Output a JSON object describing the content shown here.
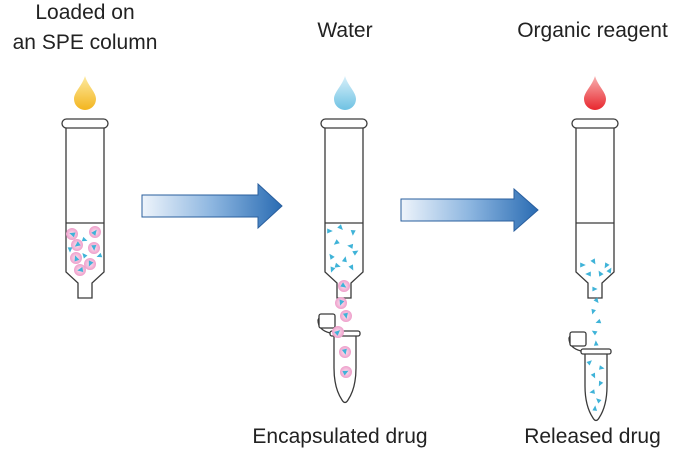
{
  "labels": {
    "step1_line1": "Loaded on",
    "step1_line2": "an SPE column",
    "step2_title": "Water",
    "step3_title": "Organic reagent",
    "step2_bottom": "Encapsulated drug",
    "step3_bottom": "Released drug"
  },
  "colors": {
    "drop_step1": "#f3b51f",
    "drop_step2": "#6fc2e3",
    "drop_step3": "#e8272e",
    "arrow": "#2a6cb3",
    "drug": "#3fb3d8",
    "vesicle": "#f2b8d8",
    "outline": "#3a3a3a"
  }
}
